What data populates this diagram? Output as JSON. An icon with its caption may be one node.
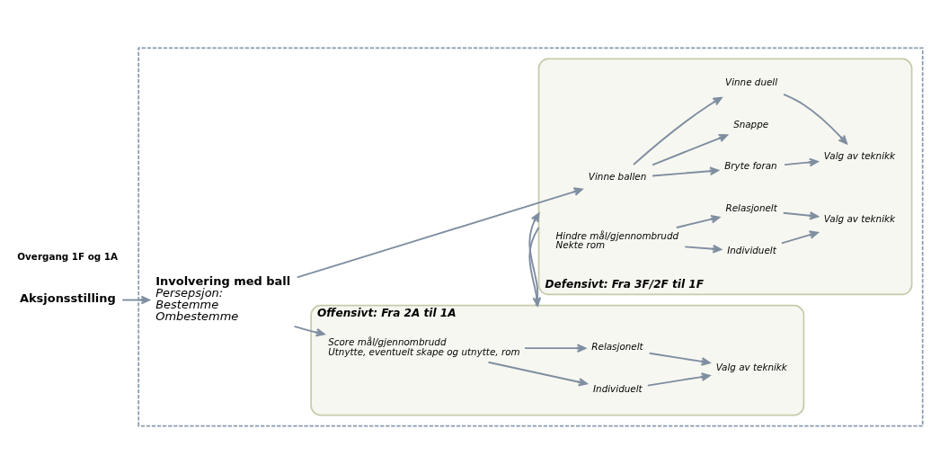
{
  "diagram": {
    "nodes": [
      {
        "text": [
          "Aksjonsstilling"
        ]
      },
      {
        "text": [],
        "shape": "box"
      },
      {
        "text": [
          "Involvering med ball",
          "Persepsjon:",
          "Bestemme",
          "Ombestemme"
        ],
        "in": 1
      },
      {
        "text": [
          "Offensivt: Fra 2A til 1A"
        ],
        "in": 1
      },
      {
        "text": [
          "Score mål/gjennombrudd",
          "Utnytte, eventuelt skape og utnytte, rom"
        ],
        "in": 3
      },
      {
        "text": [
          "Individuelt"
        ],
        "in": 3
      },
      {
        "text": [
          "Relasjonelt"
        ],
        "in": 3
      },
      {
        "text": [
          "Valg av teknikk"
        ],
        "in": 3
      },
      {
        "text": [
          "Defensivt: Fra 3F/2F til 1F"
        ],
        "in": 1
      },
      {
        "text": [
          "Vinne ballen"
        ],
        "in": 8
      },
      {
        "text": [
          "Bryte foran"
        ],
        "in": 8
      },
      {
        "text": [
          "Snappe"
        ],
        "in": 8
      },
      {
        "text": [
          "Vinne duell"
        ],
        "in": 8
      },
      {
        "text": [
          "Valg av teknikk"
        ],
        "in": 8
      },
      {
        "text": [
          "Hindre mål/gjennombrudd",
          "Nekte rom"
        ],
        "in": 8
      },
      {
        "text": [
          "Individuelt"
        ],
        "in": 8
      },
      {
        "text": [
          "Relasjonelt"
        ],
        "in": 8
      },
      {
        "text": [
          "Valg av teknikk"
        ],
        "in": 8
      }
    ],
    "edges": [
      {
        "from": 0,
        "to": 2,
        "arrow": "to"
      },
      {
        "from": 2,
        "to": 4,
        "arrow": "to"
      },
      {
        "from": 2,
        "to": 9,
        "arrow": "to"
      },
      {
        "from": 4,
        "to": 5,
        "arrow": "to"
      },
      {
        "from": 4,
        "to": 6,
        "arrow": "to"
      },
      {
        "from": 5,
        "to": 7,
        "arrow": "to"
      },
      {
        "from": 6,
        "to": 7,
        "arrow": "to"
      },
      {
        "from": 8,
        "to": 3,
        "arrow": "to"
      },
      {
        "from": 3,
        "to": 8,
        "arrow": "to"
      },
      {
        "from": 9,
        "to": 10,
        "arrow": "to"
      },
      {
        "from": 9,
        "to": 11,
        "arrow": "to"
      },
      {
        "from": 9,
        "to": 12,
        "arrow": "to"
      },
      {
        "from": 10,
        "to": 13,
        "arrow": "to"
      },
      {
        "from": 12,
        "to": 13,
        "arrow": "to"
      },
      {
        "from": 14,
        "to": 15,
        "arrow": "to"
      },
      {
        "from": 14,
        "to": 16,
        "arrow": "to"
      },
      {
        "from": 15,
        "to": 17,
        "arrow": "to"
      },
      {
        "from": 16,
        "to": 17,
        "arrow": "to"
      }
    ],
    "labels": [
      "Overgang 1F og 1A"
    ]
  }
}
